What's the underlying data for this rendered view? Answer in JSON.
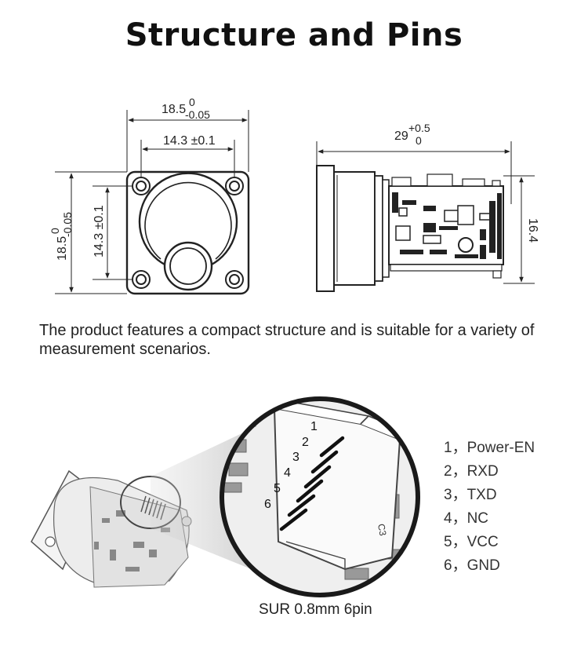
{
  "title": "Structure and Pins",
  "description": "The product features a compact structure and is suitable for a variety of measurement scenarios.",
  "front_view": {
    "top_width": "18.5",
    "top_width_tol_upper": "0",
    "top_width_tol_lower": "-0.05",
    "hole_spacing_h": "14.3 ±0.1",
    "left_height": "18.5",
    "left_height_tol_upper": "0",
    "left_height_tol_lower": "-0.05",
    "hole_spacing_v": "14.3 ±0.1"
  },
  "side_view": {
    "length": "29",
    "length_tol_upper": "+0.5",
    "length_tol_lower": "0",
    "height": "16.4"
  },
  "connector_pins": [
    {
      "num": "1",
      "label": "1，Power-EN"
    },
    {
      "num": "2",
      "label": "2，RXD"
    },
    {
      "num": "3",
      "label": "3，TXD"
    },
    {
      "num": "4",
      "label": "4，NC"
    },
    {
      "num": "5",
      "label": "5，VCC"
    },
    {
      "num": "6",
      "label": "6，GND"
    }
  ],
  "connector_caption": "SUR 0.8mm  6pin",
  "board_marking": "C3"
}
